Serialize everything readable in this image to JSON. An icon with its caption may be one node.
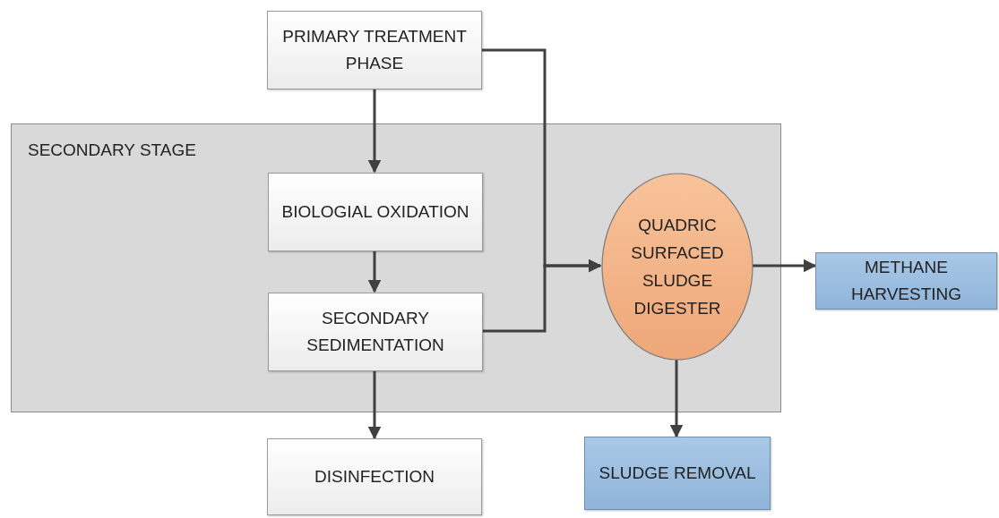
{
  "diagram": {
    "nodes": [
      {
        "text": [
          "PRIMARY TREATMENT PHASE"
        ]
      },
      {
        "text": [
          "SECONDARY STAGE"
        ]
      },
      {
        "text": [
          "BIOLOGIAL OXIDATION"
        ],
        "in": 1
      },
      {
        "text": [
          "SECONDARY SEDIMENTATION"
        ],
        "in": 1
      },
      {
        "text": [
          "DISINFECTION"
        ]
      },
      {
        "text": [
          "QUADRIC SURFACED SLUDGE DIGESTER"
        ],
        "in": 1
      },
      {
        "text": [
          "METHANE HARVESTING"
        ]
      },
      {
        "text": [
          "SLUDGE REMOVAL"
        ]
      }
    ],
    "edges": [
      {
        "from": 0,
        "to": 2,
        "arrow": "to"
      },
      {
        "from": 2,
        "to": 3,
        "arrow": "to"
      },
      {
        "from": 3,
        "to": 4,
        "arrow": "to"
      },
      {
        "from": 0,
        "to": 5,
        "arrow": "to"
      },
      {
        "from": 3,
        "to": 5,
        "arrow": "to"
      },
      {
        "from": 5,
        "to": 6,
        "arrow": "to"
      },
      {
        "from": 5,
        "to": 7,
        "arrow": "to"
      }
    ]
  }
}
